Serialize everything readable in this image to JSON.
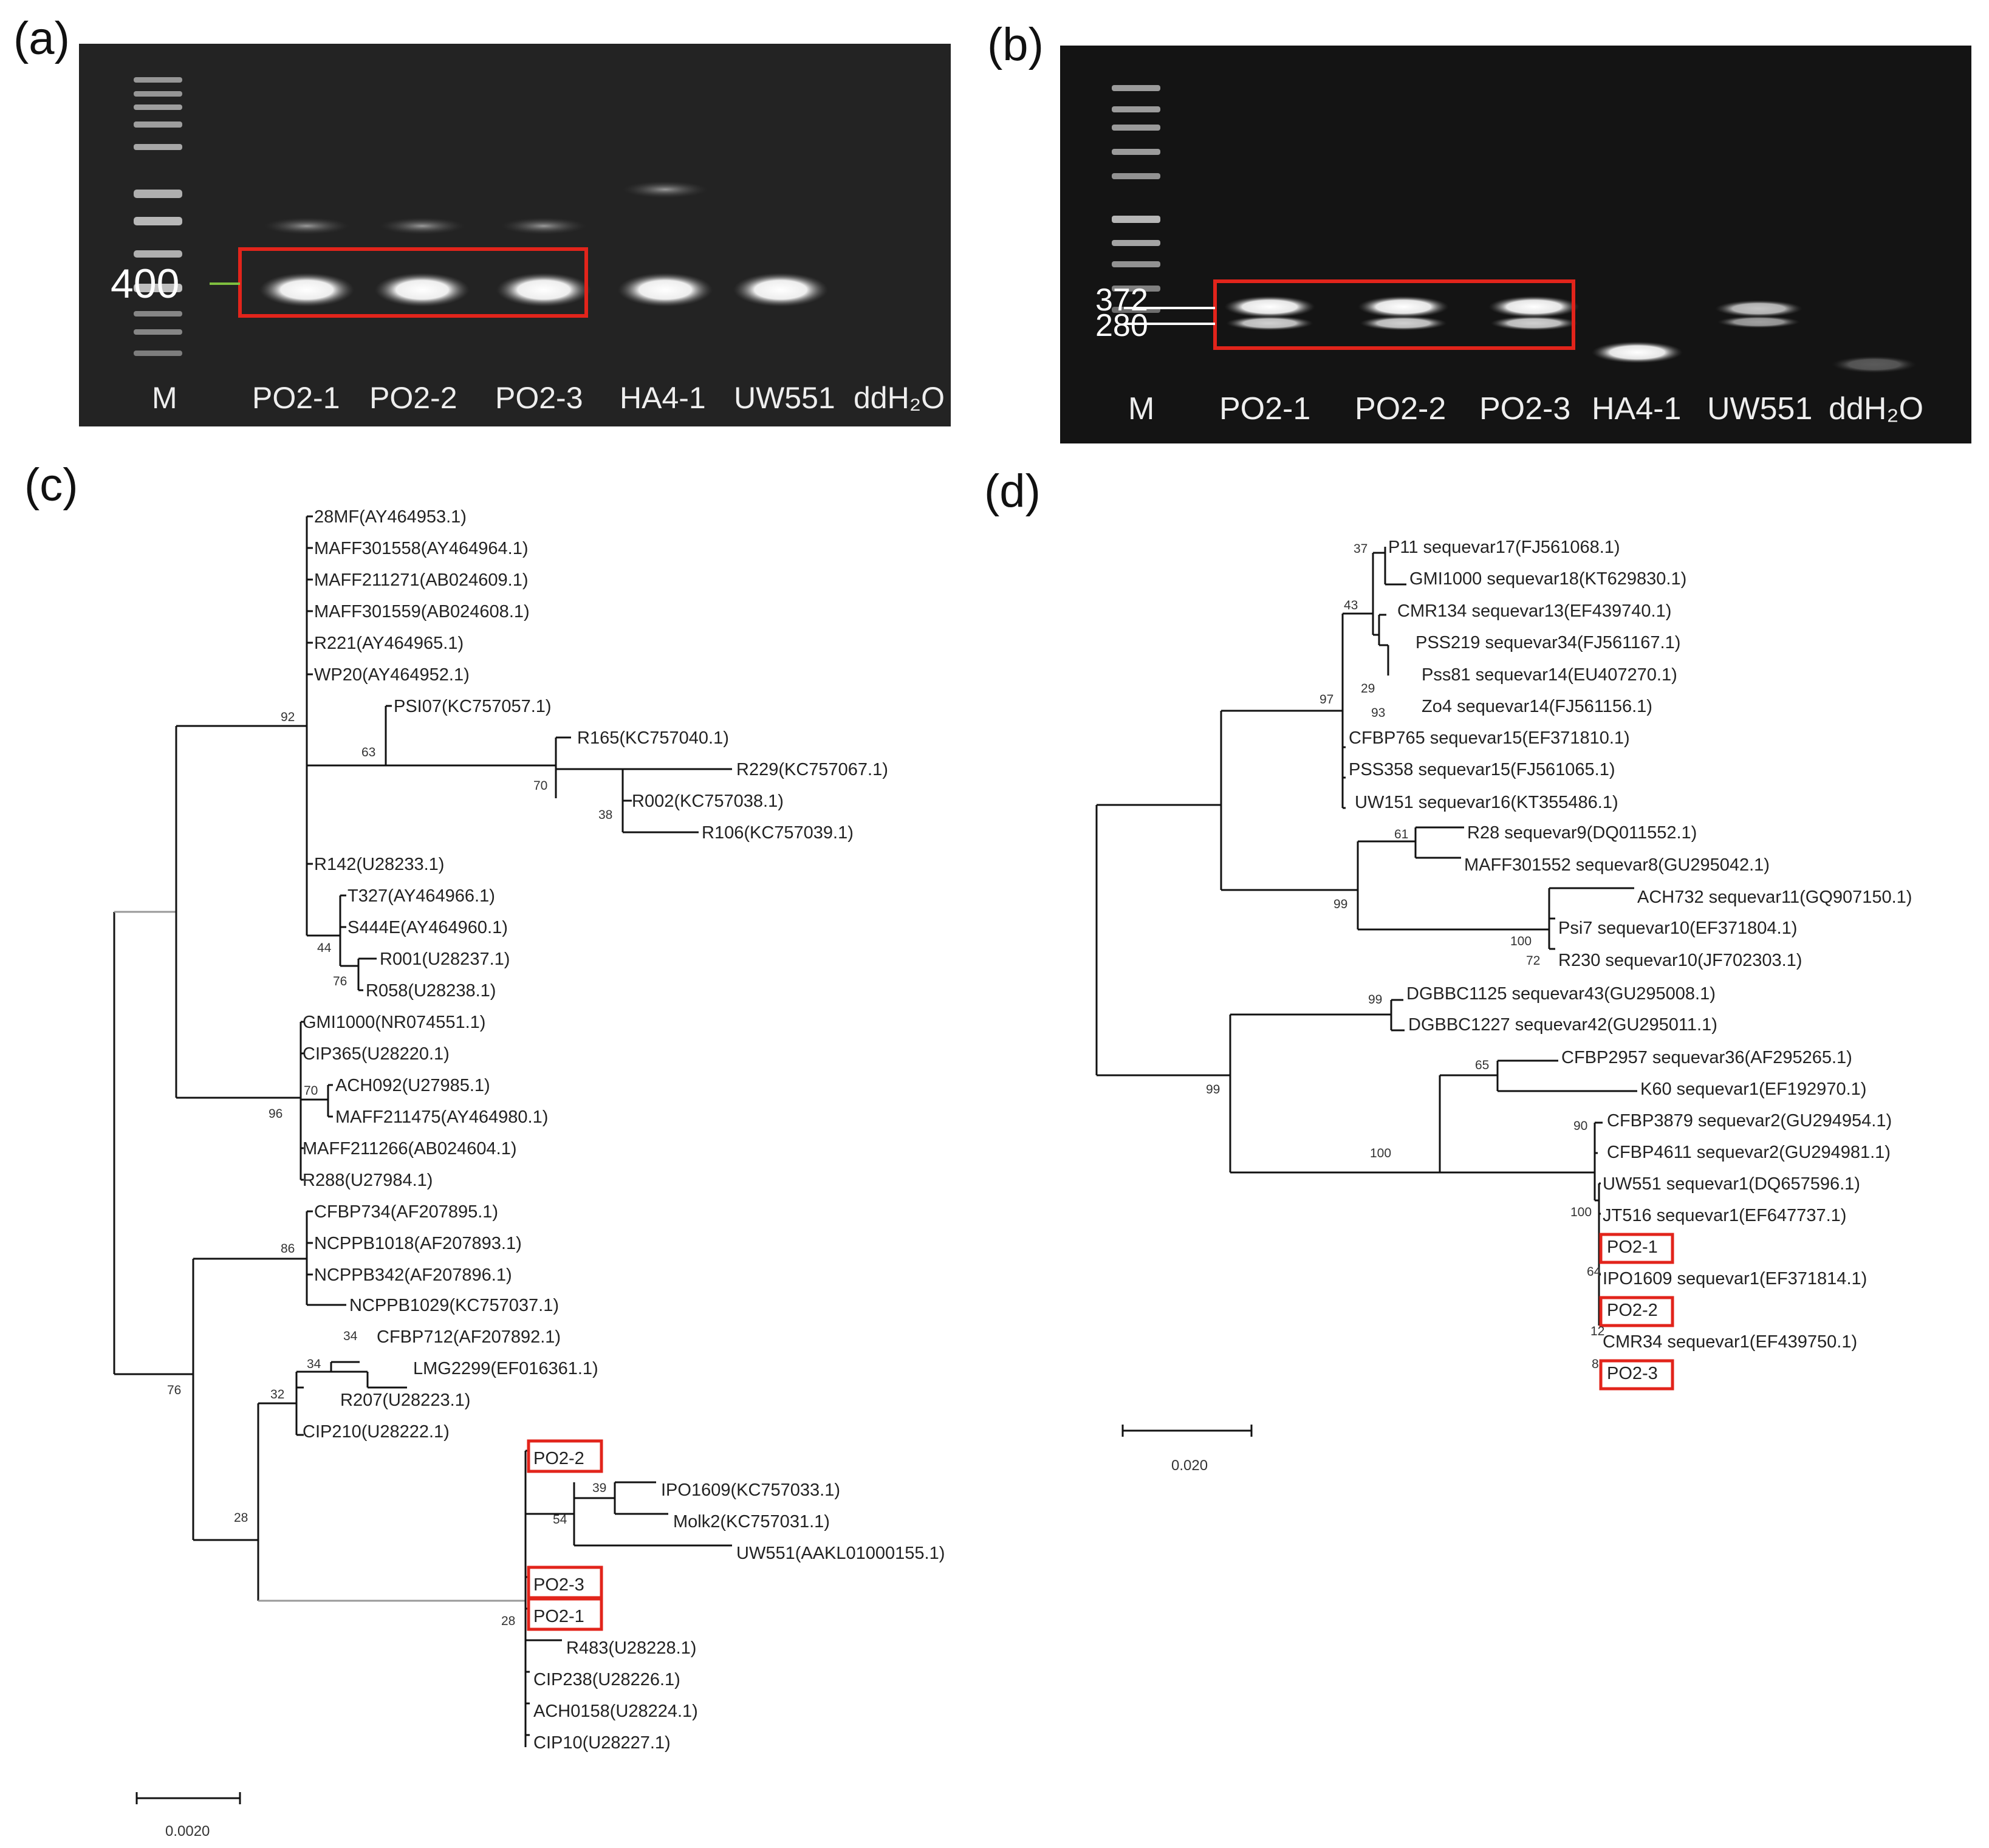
{
  "panel_labels": {
    "a": "(a)",
    "b": "(b)",
    "c": "(c)",
    "d": "(d)"
  },
  "gel_a": {
    "size_marker": "400",
    "lanes": [
      "M",
      "PO2-1",
      "PO2-2",
      "PO2-3",
      "HA4-1",
      "UW551",
      "ddH₂O"
    ]
  },
  "gel_b": {
    "size_markers": [
      "372",
      "280"
    ],
    "lanes": [
      "M",
      "PO2-1",
      "PO2-2",
      "PO2-3",
      "HA4-1",
      "UW551",
      "ddH₂O"
    ]
  },
  "tree_c": {
    "scale": "0.0020",
    "taxa": [
      "28MF(AY464953.1)",
      "MAFF301558(AY464964.1)",
      "MAFF211271(AB024609.1)",
      "MAFF301559(AB024608.1)",
      "R221(AY464965.1)",
      "WP20(AY464952.1)",
      "PSI07(KC757057.1)",
      "R165(KC757040.1)",
      "R229(KC757067.1)",
      "R002(KC757038.1)",
      "R106(KC757039.1)",
      "R142(U28233.1)",
      "T327(AY464966.1)",
      "S444E(AY464960.1)",
      "R001(U28237.1)",
      "R058(U28238.1)",
      "GMI1000(NR074551.1)",
      "CIP365(U28220.1)",
      "ACH092(U27985.1)",
      "MAFF211475(AY464980.1)",
      "MAFF211266(AB024604.1)",
      "R288(U27984.1)",
      "CFBP734(AF207895.1)",
      "NCPPB1018(AF207893.1)",
      "NCPPB342(AF207896.1)",
      "NCPPB1029(KC757037.1)",
      "CFBP712(AF207892.1)",
      "LMG2299(EF016361.1)",
      "R207(U28223.1)",
      "CIP210(U28222.1)",
      "PO2-2",
      "IPO1609(KC757033.1)",
      "Molk2(KC757031.1)",
      "UW551(AAKL01000155.1)",
      "PO2-3",
      "PO2-1",
      "R483(U28228.1)",
      "CIP238(U28226.1)",
      "ACH0158(U28224.1)",
      "CIP10(U28227.1)"
    ],
    "bootstrap": [
      "92",
      "63",
      "70",
      "38",
      "44",
      "76",
      "70",
      "96",
      "86",
      "34",
      "34",
      "32",
      "76",
      "39",
      "54",
      "28",
      "28"
    ]
  },
  "tree_d": {
    "scale": "0.020",
    "taxa": [
      "P11 sequevar17(FJ561068.1)",
      "GMI1000 sequevar18(KT629830.1)",
      "CMR134 sequevar13(EF439740.1)",
      "PSS219 sequevar34(FJ561167.1)",
      "Pss81 sequevar14(EU407270.1)",
      "Zo4 sequevar14(FJ561156.1)",
      "CFBP765 sequevar15(EF371810.1)",
      "PSS358 sequevar15(FJ561065.1)",
      "UW151 sequevar16(KT355486.1)",
      "R28 sequevar9(DQ011552.1)",
      "MAFF301552 sequevar8(GU295042.1)",
      "ACH732 sequevar11(GQ907150.1)",
      "Psi7 sequevar10(EF371804.1)",
      "R230 sequevar10(JF702303.1)",
      "DGBBC1125 sequevar43(GU295008.1)",
      "DGBBC1227 sequevar42(GU295011.1)",
      "CFBP2957 sequevar36(AF295265.1)",
      "K60 sequevar1(EF192970.1)",
      "CFBP3879 sequevar2(GU294954.1)",
      "CFBP4611 sequevar2(GU294981.1)",
      "UW551 sequevar1(DQ657596.1)",
      "JT516 sequevar1(EF647737.1)",
      "PO2-1",
      "IPO1609 sequevar1(EF371814.1)",
      "PO2-2",
      "CMR34 sequevar1(EF439750.1)",
      "PO2-3"
    ],
    "bootstrap": [
      "37",
      "43",
      "29",
      "93",
      "97",
      "61",
      "99",
      "100",
      "72",
      "99",
      "99",
      "65",
      "100",
      "90",
      "100",
      "64",
      "12",
      "8"
    ]
  }
}
